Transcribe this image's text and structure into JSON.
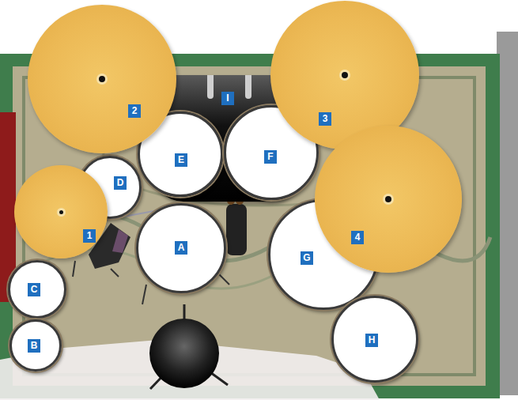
{
  "diagram": {
    "nodes": [
      {
        "text": [
          "2"
        ]
      },
      {
        "text": [
          "3"
        ]
      },
      {
        "text": [
          "I"
        ]
      },
      {
        "text": [
          "E"
        ]
      },
      {
        "text": [
          "F"
        ]
      },
      {
        "text": [
          "D"
        ]
      },
      {
        "text": [
          "1"
        ]
      },
      {
        "text": [
          "A"
        ]
      },
      {
        "text": [
          "G"
        ]
      },
      {
        "text": [
          "4"
        ]
      },
      {
        "text": [
          "C"
        ]
      },
      {
        "text": [
          "B"
        ]
      },
      {
        "text": [
          "H"
        ]
      }
    ]
  }
}
